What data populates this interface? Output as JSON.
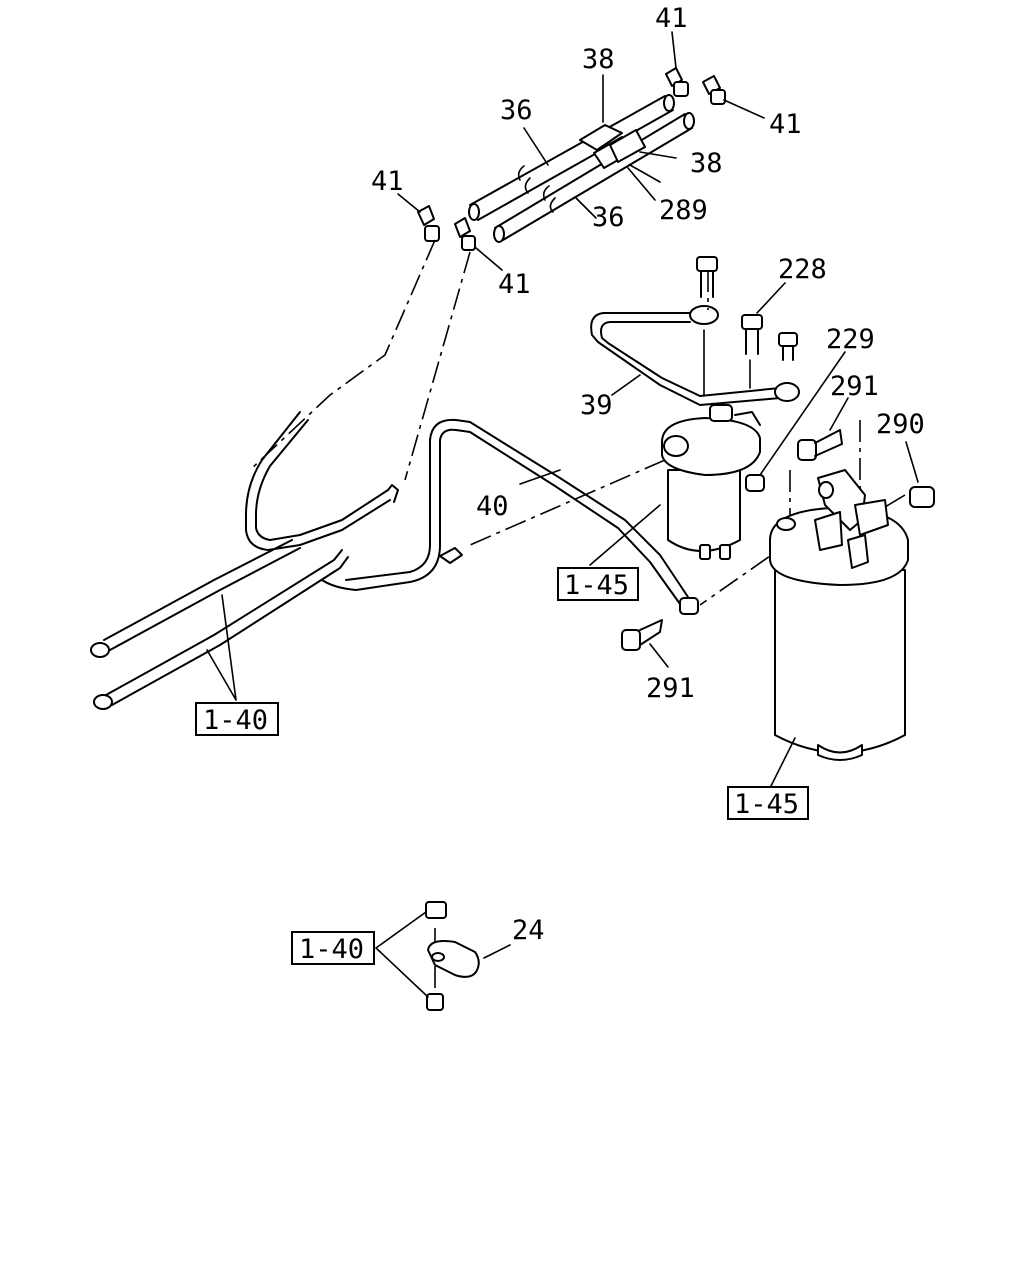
{
  "diagram": {
    "callouts": {
      "c41_top": "41",
      "c38_top": "38",
      "c36_upper": "36",
      "c41_right": "41",
      "c38_right": "38",
      "c289": "289",
      "c36_lower": "36",
      "c41_left": "41",
      "c41_mid": "41",
      "c228": "228",
      "c229": "229",
      "c39": "39",
      "c291_upper": "291",
      "c290": "290",
      "c40": "40",
      "c291_lower": "291",
      "c24": "24"
    },
    "refs": {
      "r145_mid": "1-45",
      "r145_low": "1-45",
      "r140_left": "1-40",
      "r140_bottom": "1-40"
    }
  }
}
